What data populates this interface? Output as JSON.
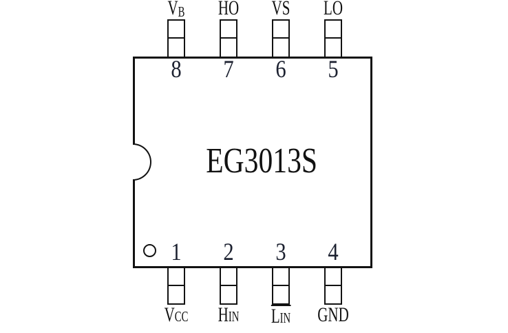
{
  "title": "EG3013S",
  "pins": {
    "top": [
      {
        "number": "8",
        "label": "V",
        "sub": "B"
      },
      {
        "number": "7",
        "label": "HO",
        "sub": ""
      },
      {
        "number": "6",
        "label": "VS",
        "sub": ""
      },
      {
        "number": "5",
        "label": "LO",
        "sub": ""
      }
    ],
    "bottom": [
      {
        "number": "1",
        "label": "V",
        "sub": "CC"
      },
      {
        "number": "2",
        "label": "H",
        "sub": "IN"
      },
      {
        "number": "3",
        "label": "L",
        "sub": "IN",
        "notation": "overline-active-low"
      },
      {
        "number": "4",
        "label": "GND",
        "sub": ""
      }
    ]
  },
  "colors": {
    "stroke": "#121212",
    "text": "#121212",
    "digit": "#1c2130",
    "background": "#ffffff"
  }
}
